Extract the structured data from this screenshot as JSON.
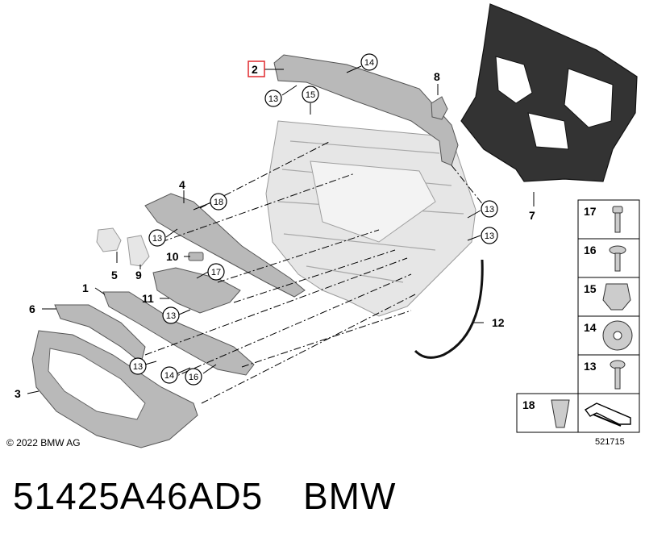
{
  "diagram": {
    "copyright": "© 2022 BMW AG",
    "reference_code": "521715",
    "callouts": {
      "p1": "1",
      "p2": "2",
      "p3": "3",
      "p4": "4",
      "p5": "5",
      "p6": "6",
      "p7": "7",
      "p8": "8",
      "p9": "9",
      "p10": "10",
      "p11": "11",
      "p12": "12"
    },
    "circled_callouts": {
      "c14_top": "14",
      "c13_top": "13",
      "c15_top": "15",
      "c18": "18",
      "c13_right_a": "13",
      "c13_right_b": "13",
      "c13_left": "13",
      "c17": "17",
      "c13_mid": "13",
      "c13_low": "13",
      "c14_low": "14",
      "c16": "16"
    },
    "fastener_legend": {
      "f17": "17",
      "f16": "16",
      "f15": "15",
      "f14": "14",
      "f13": "13",
      "f18": "18"
    }
  },
  "footer": {
    "part_number": "51425A46AD5",
    "brand": "BMW"
  }
}
